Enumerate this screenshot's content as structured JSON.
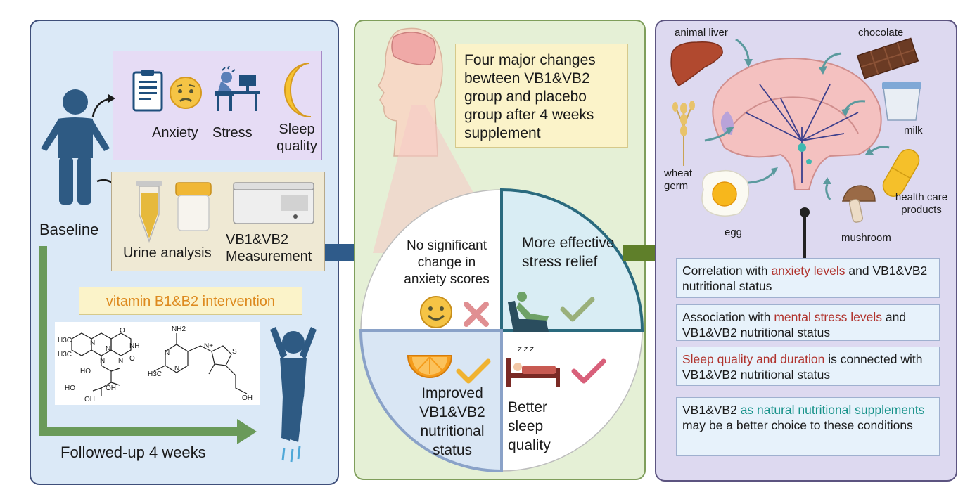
{
  "left_panel": {
    "labels": [
      "Anxiety",
      "Stress",
      "Sleep quality"
    ],
    "measure_labels": [
      "Urine analysis",
      "VB1&VB2 Measurement"
    ],
    "baseline": "Baseline",
    "intervention": "vitamin B1&B2 intervention",
    "followup": "Followed-up 4 weeks",
    "chem_text": [
      "H3C",
      "H3C",
      "N",
      "N",
      "O",
      "NH",
      "O",
      "N",
      "N",
      "HO",
      "HO",
      "OH",
      "OH",
      "NH2",
      "N+",
      "S",
      "N",
      "N",
      "H3C",
      "OH"
    ]
  },
  "middle_panel": {
    "title": "Four major changes bewteen VB1&VB2 group and placebo group after 4 weeks supplement",
    "quadrants": [
      {
        "text": "No significant change in anxiety scores",
        "mark": "cross"
      },
      {
        "text": "More effective stress relief",
        "mark": "check"
      },
      {
        "text": "Improved VB1&VB2 nutritional status",
        "mark": "check"
      },
      {
        "text": "Better sleep quality",
        "mark": "check"
      }
    ],
    "zzz": "z z z"
  },
  "right_panel": {
    "foods": [
      "animal liver",
      "chocolate",
      "milk",
      "wheat germ",
      "health care products",
      "egg",
      "mushroom"
    ],
    "findings": [
      {
        "pre": "Correlation with ",
        "hl": "anxiety levels",
        "post": " and VB1&VB2 nutritional status"
      },
      {
        "pre": "Association with ",
        "hl": "mental stress levels",
        "post": " and VB1&VB2 nutritional status"
      },
      {
        "pre": "",
        "hl": "Sleep quality and duration",
        "post": " is connected with VB1&VB2 nutritional status"
      },
      {
        "pre": "VB1&VB2 ",
        "hl": "as natural nutritional supplements",
        "post": " may be a better choice to these conditions"
      }
    ]
  },
  "colors": {
    "highlight_red": "#b0322c",
    "highlight_teal": "#17928a",
    "arrow_blue": "#2f5b8a",
    "arrow_green": "#5f7f2a"
  }
}
